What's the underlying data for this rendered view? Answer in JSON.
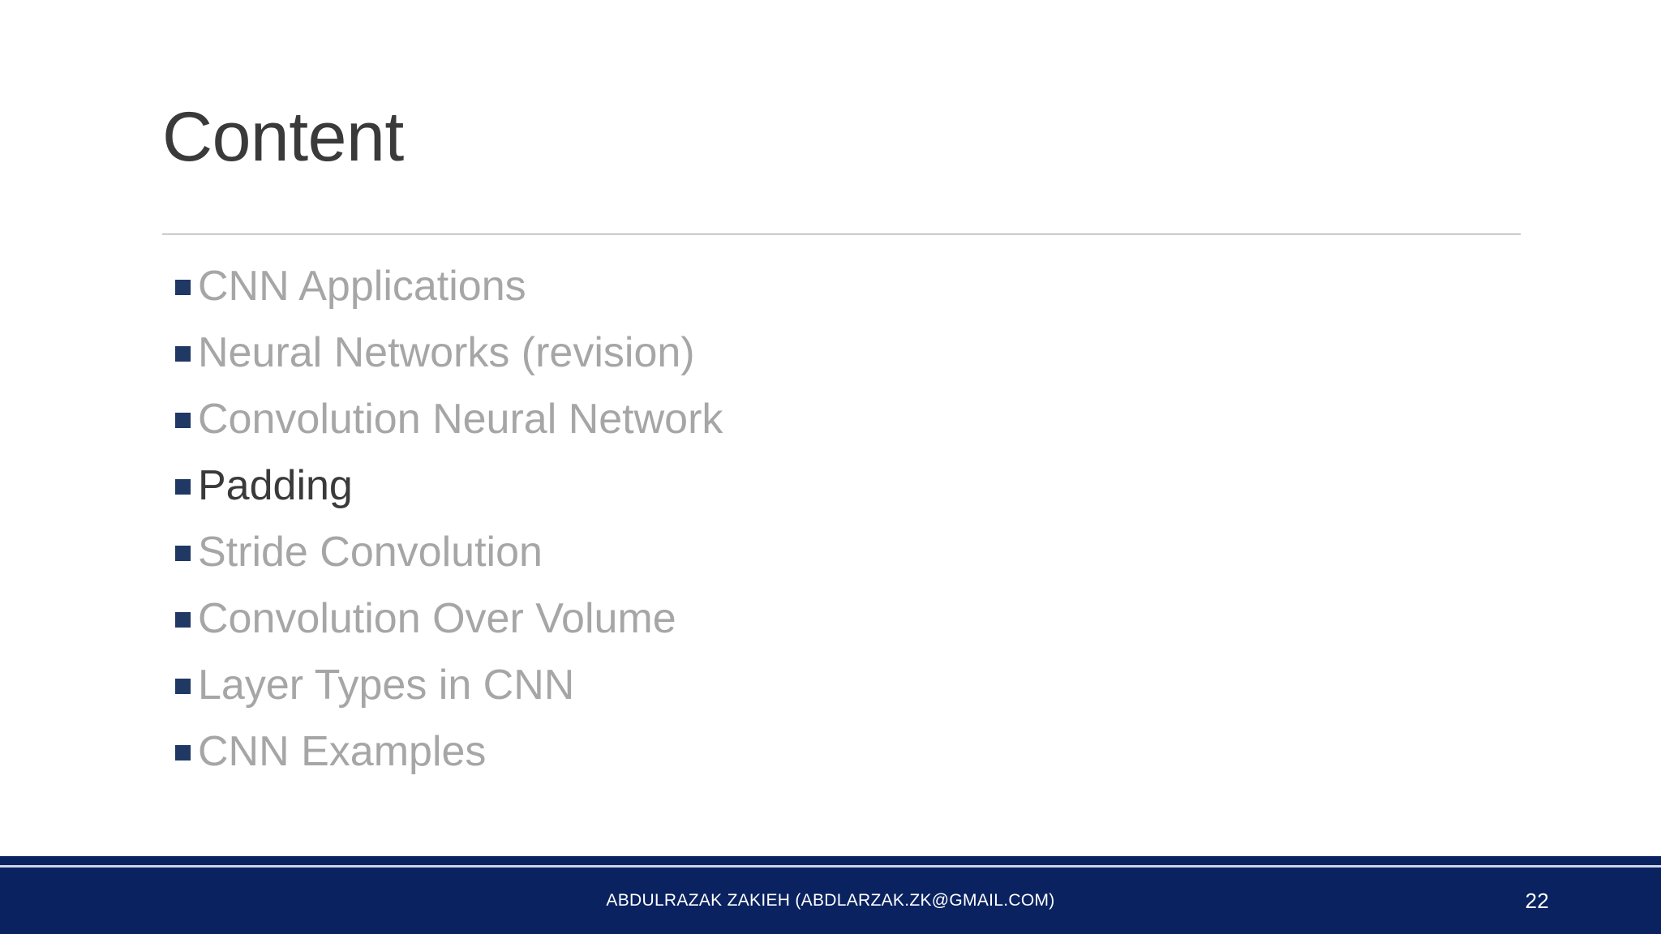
{
  "slide": {
    "title": "Content",
    "background_color": "#ffffff",
    "title_color": "#3a3a3a",
    "divider_color": "#b6b6b6"
  },
  "theme": {
    "bullet_color": "#1f3864",
    "inactive_text_color": "#a6a6a6",
    "active_text_color": "#3a3a3a",
    "footer_color": "#0a2260",
    "footer_text_color": "#ffffff"
  },
  "content_list": {
    "items": [
      {
        "label": "CNN Applications",
        "active": false
      },
      {
        "label": "Neural Networks (revision)",
        "active": false
      },
      {
        "label": "Convolution Neural Network",
        "active": false
      },
      {
        "label": "Padding",
        "active": true
      },
      {
        "label": "Stride Convolution",
        "active": false
      },
      {
        "label": "Convolution Over Volume",
        "active": false
      },
      {
        "label": "Layer Types in CNN",
        "active": false
      },
      {
        "label": "CNN Examples",
        "active": false
      }
    ]
  },
  "footer": {
    "credit": "ABDULRAZAK ZAKIEH (ABDLARZAK.ZK@GMAIL.COM)",
    "page_number": "22"
  }
}
